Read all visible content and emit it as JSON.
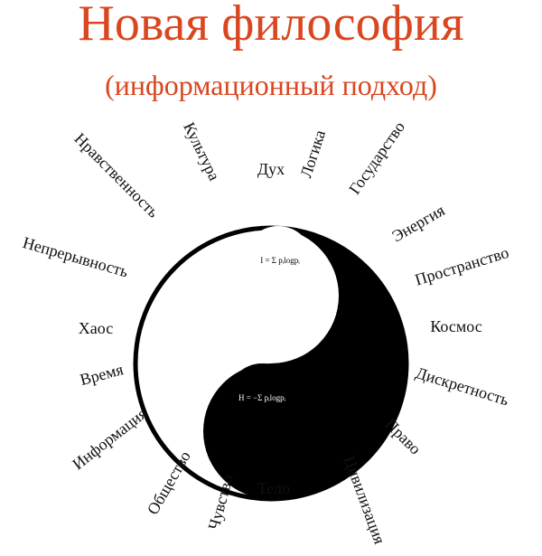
{
  "header": {
    "title": "Новая философия",
    "subtitle": "(информационный подход)"
  },
  "colors": {
    "title": "#d9461f",
    "yin": "#000000",
    "yang": "#ffffff"
  },
  "center": {
    "white_dot_formula": "I = Σ pᵢlogpᵢ",
    "black_dot_formula": "H = −Σ pᵢlogpᵢ"
  },
  "concepts": [
    "Дух",
    "Логика",
    "Государство",
    "Энергия",
    "Пространство",
    "Космос",
    "Дискретность",
    "Право",
    "Цивилизация",
    "Тело",
    "Чувство",
    "Общество",
    "Информация",
    "Время",
    "Хаос",
    "Непрерывность",
    "Нравственность",
    "Культура"
  ]
}
